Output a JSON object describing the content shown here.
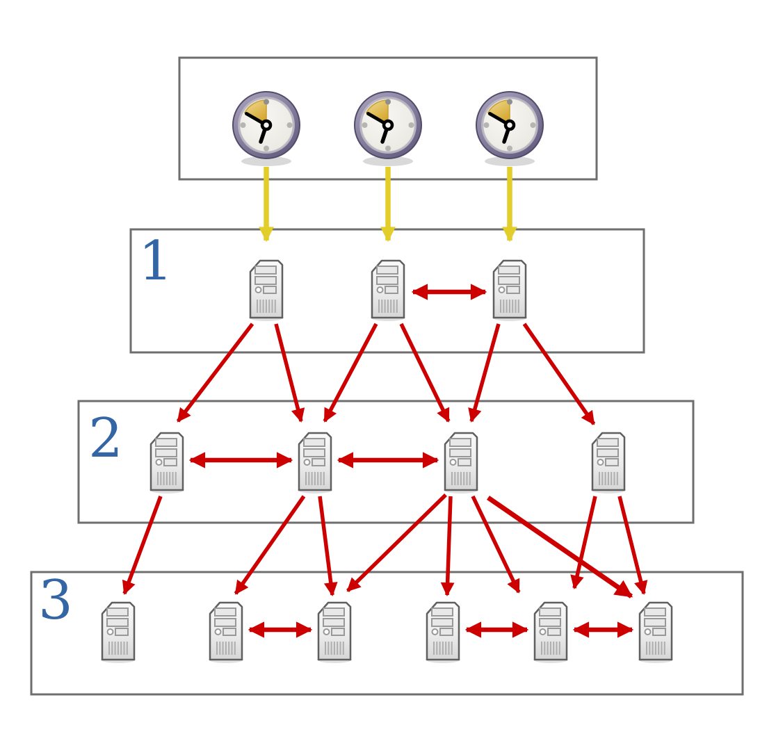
{
  "colors": {
    "arrow-red": "#cc0000",
    "arrow-yellow": "#e3cd2b",
    "label-blue": "#3465a4",
    "box-border": "#6e6e6e",
    "background": "#ffffff"
  },
  "reference_clock_row": {
    "icon": "clock-icon",
    "clock_count": 3,
    "feeds_stratum": "1"
  },
  "strata": [
    {
      "label": "1",
      "server_count": 3,
      "server_icon": "server-icon",
      "peer_sync_arrows_between_servers": [
        [
          2,
          3
        ]
      ]
    },
    {
      "label": "2",
      "server_count": 4,
      "server_icon": "server-icon",
      "peer_sync_arrows_between_servers": [
        [
          1,
          2
        ],
        [
          2,
          3
        ]
      ]
    },
    {
      "label": "3",
      "server_count": 6,
      "server_icon": "server-icon",
      "peer_sync_arrows_between_servers": [
        [
          2,
          3
        ],
        [
          4,
          5
        ],
        [
          5,
          6
        ]
      ]
    }
  ],
  "sync_links": {
    "clocks_to_stratum1": [
      [
        1,
        1
      ],
      [
        2,
        2
      ],
      [
        3,
        3
      ]
    ],
    "stratum1_to_stratum2": [
      [
        1,
        1
      ],
      [
        1,
        2
      ],
      [
        2,
        2
      ],
      [
        2,
        3
      ],
      [
        3,
        3
      ],
      [
        3,
        4
      ]
    ],
    "stratum2_to_stratum3": [
      [
        1,
        1
      ],
      [
        2,
        2
      ],
      [
        2,
        3
      ],
      [
        3,
        3
      ],
      [
        3,
        4
      ],
      [
        3,
        5
      ],
      [
        3,
        6
      ],
      [
        4,
        5
      ],
      [
        4,
        6
      ]
    ]
  }
}
